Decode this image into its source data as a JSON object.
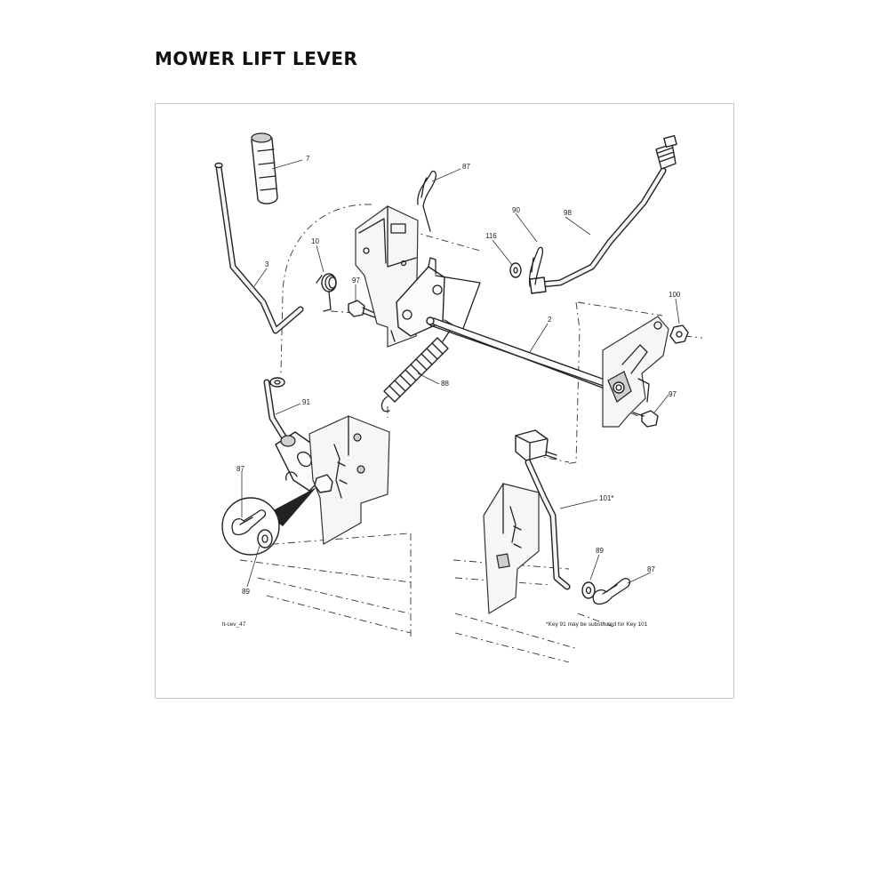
{
  "title": "MOWER LIFT LEVER",
  "keys": {
    "k7": "7",
    "k87_top": "87",
    "k90": "90",
    "k98": "98",
    "k116": "116",
    "k10": "10",
    "k3": "3",
    "k97_left": "97",
    "k100": "100",
    "k2": "2",
    "k88": "88",
    "k97_right": "97",
    "k91": "91",
    "k87_inset": "87",
    "k89_inset": "89",
    "k101": "101*",
    "k89_bottom": "89",
    "k87_bottom": "87"
  },
  "drawing_id": "lt-cev_47",
  "footnote": "*Key 91 may be substituted for Key 101"
}
